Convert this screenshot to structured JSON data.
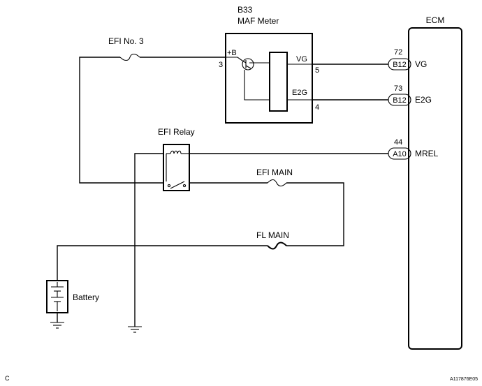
{
  "components": {
    "maf": {
      "code": "B33",
      "name": "MAF Meter",
      "pin_b": "+B",
      "pin_vg": "VG",
      "pin_e2g": "E2G",
      "pin_b_num": "3",
      "pin_vg_num": "5",
      "pin_e2g_num": "4"
    },
    "ecm": {
      "name": "ECM"
    },
    "efi_relay": {
      "name": "EFI Relay"
    },
    "battery": {
      "name": "Battery"
    }
  },
  "fuses": {
    "efi_no3": "EFI No. 3",
    "efi_main": "EFI MAIN",
    "fl_main": "FL MAIN"
  },
  "ecm_terminals": [
    {
      "pin": "72",
      "connector": "B12",
      "signal": "VG"
    },
    {
      "pin": "73",
      "connector": "B12",
      "signal": "E2G"
    },
    {
      "pin": "44",
      "connector": "A10",
      "signal": "MREL"
    }
  ],
  "footer": {
    "left": "C",
    "right": "A117876E05"
  }
}
